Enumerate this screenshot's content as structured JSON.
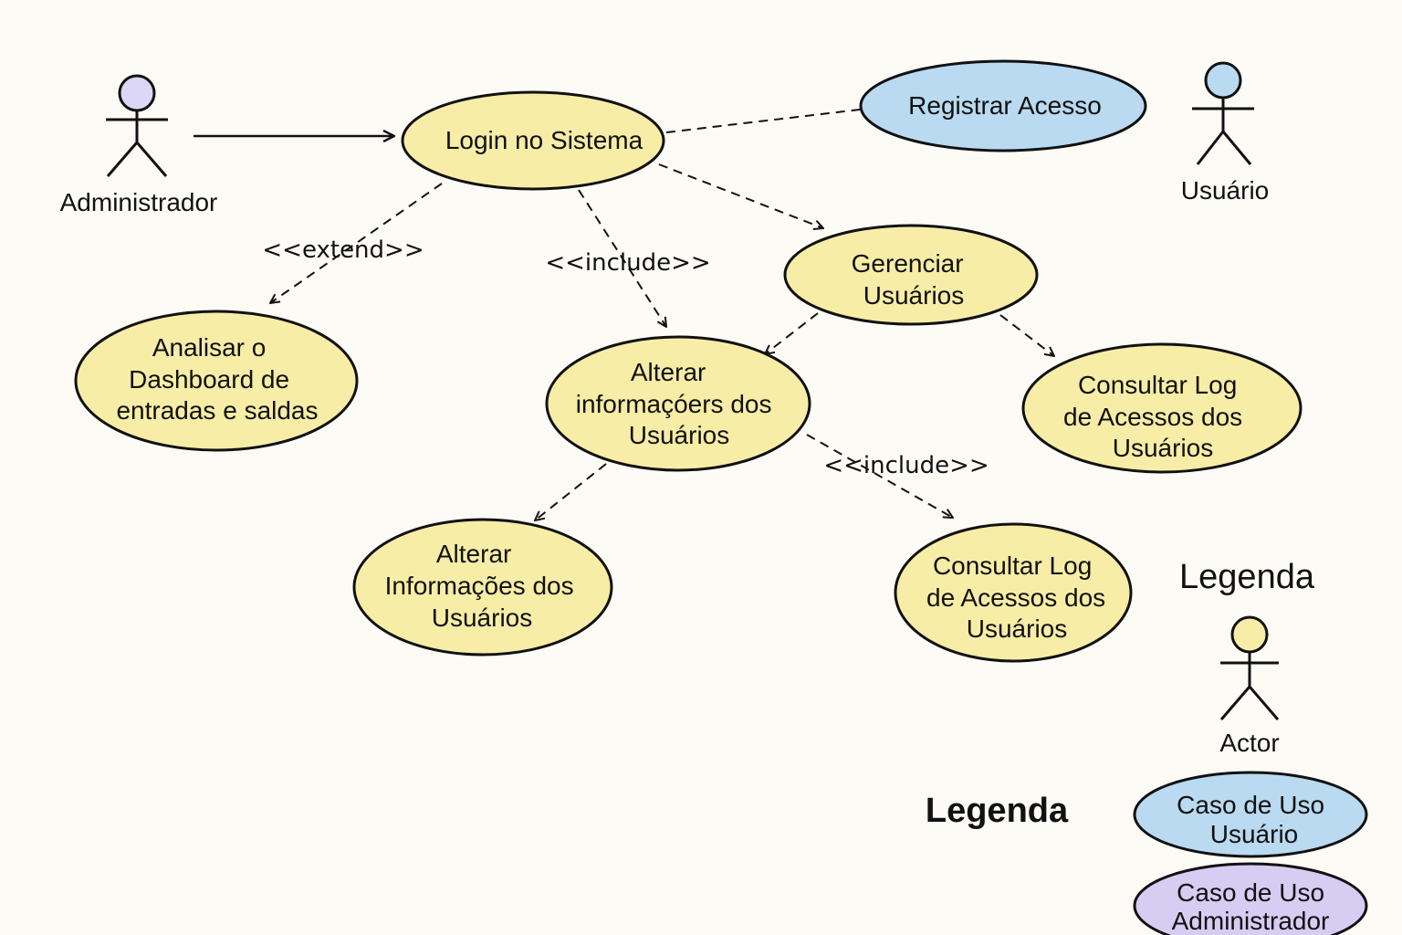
{
  "colors": {
    "admin_use_case": "#f7eda6",
    "user_use_case": "#b9daf0",
    "admin_legend": "#d6cdf2",
    "actor_admin_head": "#dcd6f7",
    "actor_user_head": "#b9daf0",
    "actor_legend_head": "#f7eda6",
    "stroke": "#111111"
  },
  "actors": {
    "admin": {
      "label": "Administrador"
    },
    "user": {
      "label": "Usuário"
    }
  },
  "use_cases": {
    "login": {
      "lines": [
        "Login no Sistema"
      ]
    },
    "registrar": {
      "lines": [
        "Registrar Acesso"
      ]
    },
    "gerenciar": {
      "lines": [
        "Gerenciar",
        "Usuários"
      ]
    },
    "analisar": {
      "lines": [
        "Analisar o",
        "Dashboard de",
        "entradas e saldas"
      ]
    },
    "alterar_main": {
      "lines": [
        "Alterar",
        "informaçóers dos",
        "Usuários"
      ]
    },
    "consultar_right": {
      "lines": [
        "Consultar Log",
        "de Acessos dos",
        "Usuários"
      ]
    },
    "alterar_lower": {
      "lines": [
        "Alterar",
        "Informações dos",
        "Usuários"
      ]
    },
    "consultar_lower": {
      "lines": [
        "Consultar Log",
        "de Acessos dos",
        "Usuários"
      ]
    }
  },
  "stereotypes": {
    "extend": "<<extend>>",
    "include_1": "<<include>>",
    "include_2": "<<include>>"
  },
  "legend": {
    "title_top": "Legenda",
    "title_bold": "Legenda",
    "actor_label": "Actor",
    "user_case": {
      "lines": [
        "Caso de Uso",
        "Usuário"
      ]
    },
    "admin_case": {
      "lines": [
        "Caso de Uso",
        "Administrador"
      ]
    }
  }
}
